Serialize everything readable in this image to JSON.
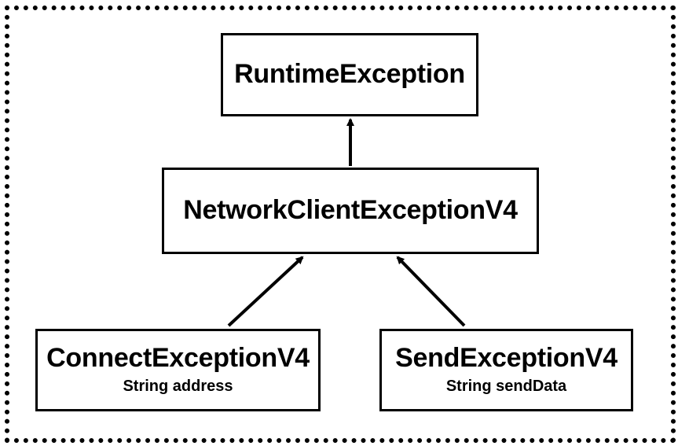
{
  "diagram": {
    "classes": [
      {
        "id": "runtime",
        "name": "RuntimeException",
        "field": ""
      },
      {
        "id": "network",
        "name": "NetworkClientExceptionV4",
        "field": ""
      },
      {
        "id": "connect",
        "name": "ConnectExceptionV4",
        "field": "String address"
      },
      {
        "id": "send",
        "name": "SendExceptionV4",
        "field": "String sendData"
      }
    ],
    "edges": [
      {
        "from": "network",
        "to": "runtime",
        "relation": "extends"
      },
      {
        "from": "connect",
        "to": "network",
        "relation": "extends"
      },
      {
        "from": "send",
        "to": "network",
        "relation": "extends"
      }
    ]
  }
}
